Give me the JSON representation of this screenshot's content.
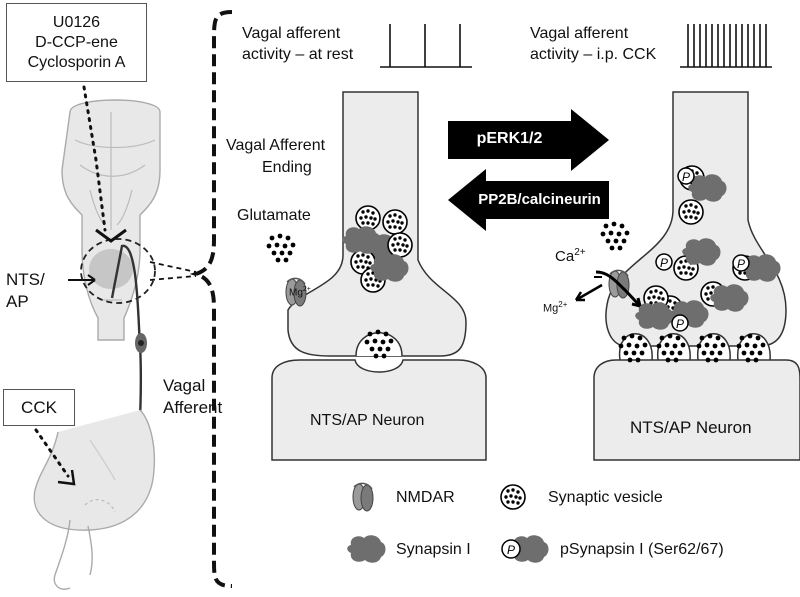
{
  "drugs": [
    "U0126",
    "D-CCP-ene",
    "Cyclosporin A"
  ],
  "left_labels": {
    "nts_ap_line1": "NTS/",
    "nts_ap_line2": "AP",
    "cck": "CCK",
    "vagal_line1": "Vagal",
    "vagal_line2": "Afferent"
  },
  "traces": {
    "rest_line1": "Vagal afferent",
    "rest_line2": "activity – at rest",
    "cck_line1": "Vagal afferent",
    "cck_line2": "activity – i.p. CCK"
  },
  "center_labels": {
    "ending_line1": "Vagal Afferent",
    "ending_line2": "Ending",
    "glutamate": "Glutamate",
    "mg_left": "Mg",
    "mg_sup": "2+",
    "ca": "Ca",
    "ca_sup": "2+",
    "mg_right": "Mg",
    "mg_right_sup": "2+",
    "neuron_left": "NTS/AP Neuron",
    "neuron_right": "NTS/AP Neuron",
    "p": "P"
  },
  "pathway": {
    "forward": "pERK1/2",
    "reverse": "PP2B/calcineurin"
  },
  "legend": {
    "nmdar": "NMDAR",
    "vesicle": "Synaptic vesicle",
    "synapsin": "Synapsin I",
    "psynapsin": "pSynapsin I (Ser62/67)"
  },
  "colors": {
    "arrow_fill": "#000000",
    "terminal_fill": "#ececec",
    "synapsin_fill": "#6e6e6e",
    "outline": "#333333"
  }
}
